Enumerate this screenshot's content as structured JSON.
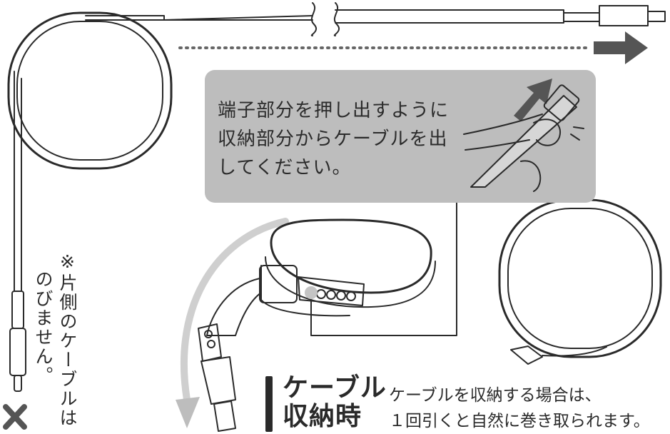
{
  "callout": {
    "lines": [
      "端子部分を押し出すように",
      "収納部分からケーブルを出",
      "してください。"
    ]
  },
  "storage": {
    "title_line1": "ケーブル",
    "title_line2": "収納時",
    "desc_line1": "ケーブルを収納する場合は、",
    "desc_line2": "１回引くと自然に巻き取られます。"
  },
  "note": {
    "line1": "※片側のケーブルは",
    "line2": "のびません。"
  },
  "colors": {
    "ink": "#2a2a2a",
    "callout_bg": "#bdbdbd",
    "arrow_light": "#c8c8c8",
    "arrow_dark": "#555555"
  },
  "icons": [
    "pull-right-arrow-icon",
    "push-arrow-icon",
    "pull-down-arrow-icon",
    "cross-mark-icon"
  ]
}
